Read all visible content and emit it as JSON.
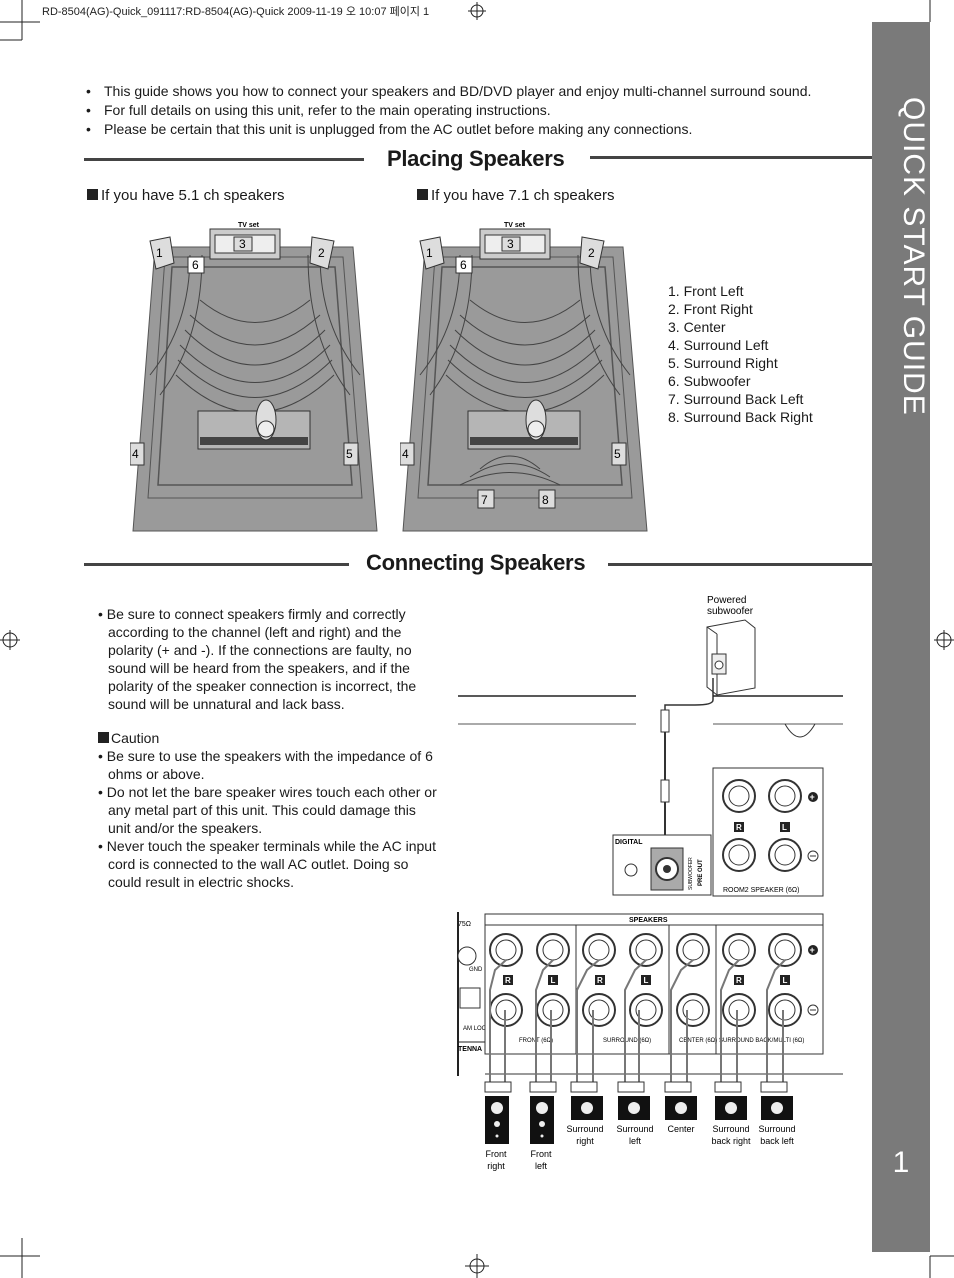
{
  "header": {
    "file_line": "RD-8504(AG)-Quick_091117:RD-8504(AG)-Quick   2009-11-19   오    10:07   페이지 1"
  },
  "side_tab": {
    "title": "QUICK START GUIDE",
    "page_number": "1"
  },
  "intro_bullets": [
    "This guide shows you how to connect your speakers and BD/DVD player and enjoy multi-channel surround sound.",
    "For full details on using this unit, refer to the main operating instructions.",
    "Please be certain that this unit is unplugged from the AC outlet before making any connections."
  ],
  "placing": {
    "title": "Placing Speakers",
    "layout_51_label": "If you have 5.1 ch speakers",
    "layout_71_label": "If you have 7.1 ch speakers",
    "tv_label": "TV set",
    "speaker_numbers": [
      "1",
      "2",
      "3",
      "4",
      "5",
      "6",
      "7",
      "8"
    ],
    "legend": [
      "1. Front Left",
      "2. Front Right",
      "3. Center",
      "4. Surround Left",
      "5. Surround Right",
      "6. Subwoofer",
      "7. Surround Back Left",
      "8. Surround Back Right"
    ]
  },
  "connecting": {
    "title": "Connecting Speakers",
    "bullet_1": "• Be sure to connect speakers firmly and correctly according to the channel (left and right) and the polarity (+ and -). If the connections are faulty, no sound will be heard from the speakers, and if the polarity of the speaker connection is incorrect, the sound will be unnatural and lack bass.",
    "caution_label": "Caution",
    "caution_items": [
      "• Be sure to use the speakers with the impedance of 6 ohms or above.",
      "• Do not let the bare speaker wires touch each other or any metal part of this unit. This could damage this unit and/or the speakers.",
      "• Never touch the speaker terminals while the AC input cord is connected to the wall AC outlet. Doing so could result in electric shocks."
    ]
  },
  "diagram": {
    "subwoofer_label_1": "Powered",
    "subwoofer_label_2": "subwoofer",
    "digital_label": "DIGITAL",
    "subwoofer_jack_label": "SUBWOOFER",
    "pre_out_label": "PRE OUT",
    "room2_label": "ROOM2  SPEAKER (6Ω)",
    "speakers_label": "SPEAKERS",
    "ohm_label": "75Ω",
    "gnd_label": "GND",
    "am_loop_label": "AM LOOP",
    "antenna_label": "TENNA",
    "r_label": "R",
    "l_label": "L",
    "group_labels": [
      "FRONT (6Ω)",
      "SURROUND (6Ω)",
      "CENTER (6Ω)",
      "SURROUND BACK/MULTI (6Ω)"
    ],
    "speakers": [
      {
        "line1": "Front",
        "line2": "right"
      },
      {
        "line1": "Front",
        "line2": "left"
      },
      {
        "line1": "Surround",
        "line2": "right"
      },
      {
        "line1": "Surround",
        "line2": "left"
      },
      {
        "line1": "Center",
        "line2": ""
      },
      {
        "line1": "Surround",
        "line2": "back right"
      },
      {
        "line1": "Surround",
        "line2": "back left"
      }
    ]
  }
}
